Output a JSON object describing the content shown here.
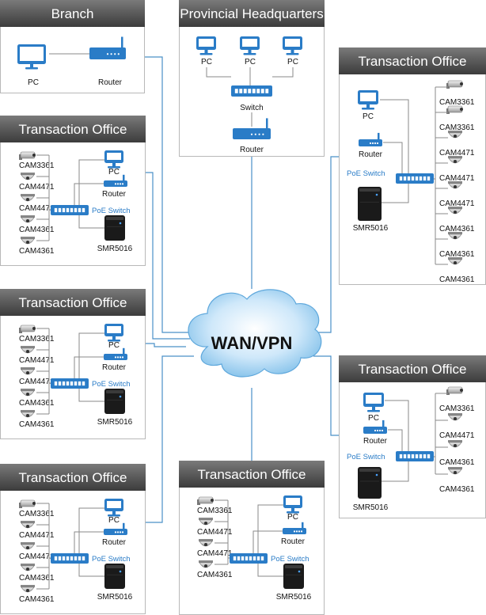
{
  "cloud": {
    "label": "WAN/VPN"
  },
  "panels": [
    {
      "id": "branch",
      "title": "Branch",
      "pc": "PC",
      "router": "Router"
    },
    {
      "id": "hq",
      "title": "Provincial Headquarters",
      "pcs": [
        "PC",
        "PC",
        "PC"
      ],
      "switch": "Switch",
      "router": "Router"
    },
    {
      "id": "to-left-1",
      "title": "Transaction Office",
      "cams": [
        "CAM3361",
        "CAM4471",
        "CAM4471",
        "CAM4361",
        "CAM4361"
      ],
      "pc": "PC",
      "router": "Router",
      "poe": "PoE Switch",
      "nvr": "SMR5016"
    },
    {
      "id": "to-left-2",
      "title": "Transaction Office",
      "cams": [
        "CAM3361",
        "CAM4471",
        "CAM4471",
        "CAM4361",
        "CAM4361"
      ],
      "pc": "PC",
      "router": "Router",
      "poe": "PoE Switch",
      "nvr": "SMR5016"
    },
    {
      "id": "to-left-3",
      "title": "Transaction Office",
      "cams": [
        "CAM3361",
        "CAM4471",
        "CAM4471",
        "CAM4361",
        "CAM4361"
      ],
      "pc": "PC",
      "router": "Router",
      "poe": "PoE Switch",
      "nvr": "SMR5016"
    },
    {
      "id": "to-bottom",
      "title": "Transaction Office",
      "cams": [
        "CAM3361",
        "CAM4471",
        "CAM4471",
        "CAM4361"
      ],
      "pc": "PC",
      "router": "Router",
      "poe": "PoE Switch",
      "nvr": "SMR5016"
    },
    {
      "id": "to-right-1",
      "title": "Transaction Office",
      "cams": [
        "CAM3361",
        "CAM3361",
        "CAM4471",
        "CAM4471",
        "CAM4471",
        "CAM4361",
        "CAM4361",
        "CAM4361"
      ],
      "pc": "PC",
      "router": "Router",
      "poe": "PoE Switch",
      "nvr": "SMR5016"
    },
    {
      "id": "to-right-2",
      "title": "Transaction Office",
      "cams": [
        "CAM3361",
        "CAM4471",
        "CAM4361",
        "CAM4361"
      ],
      "pc": "PC",
      "router": "Router",
      "poe": "PoE Switch",
      "nvr": "SMR5016"
    }
  ],
  "colors": {
    "device_blue": "#2a7cc7",
    "title_bar": "#5a5a5a",
    "link_line": "#4a90c8",
    "lan_line": "#8a8a8a"
  },
  "icons": {
    "pc": "monitor-icon",
    "router": "router-icon",
    "switch": "switch-icon",
    "camera": "camera-icon",
    "nvr": "nvr-icon",
    "cloud": "cloud-icon"
  }
}
